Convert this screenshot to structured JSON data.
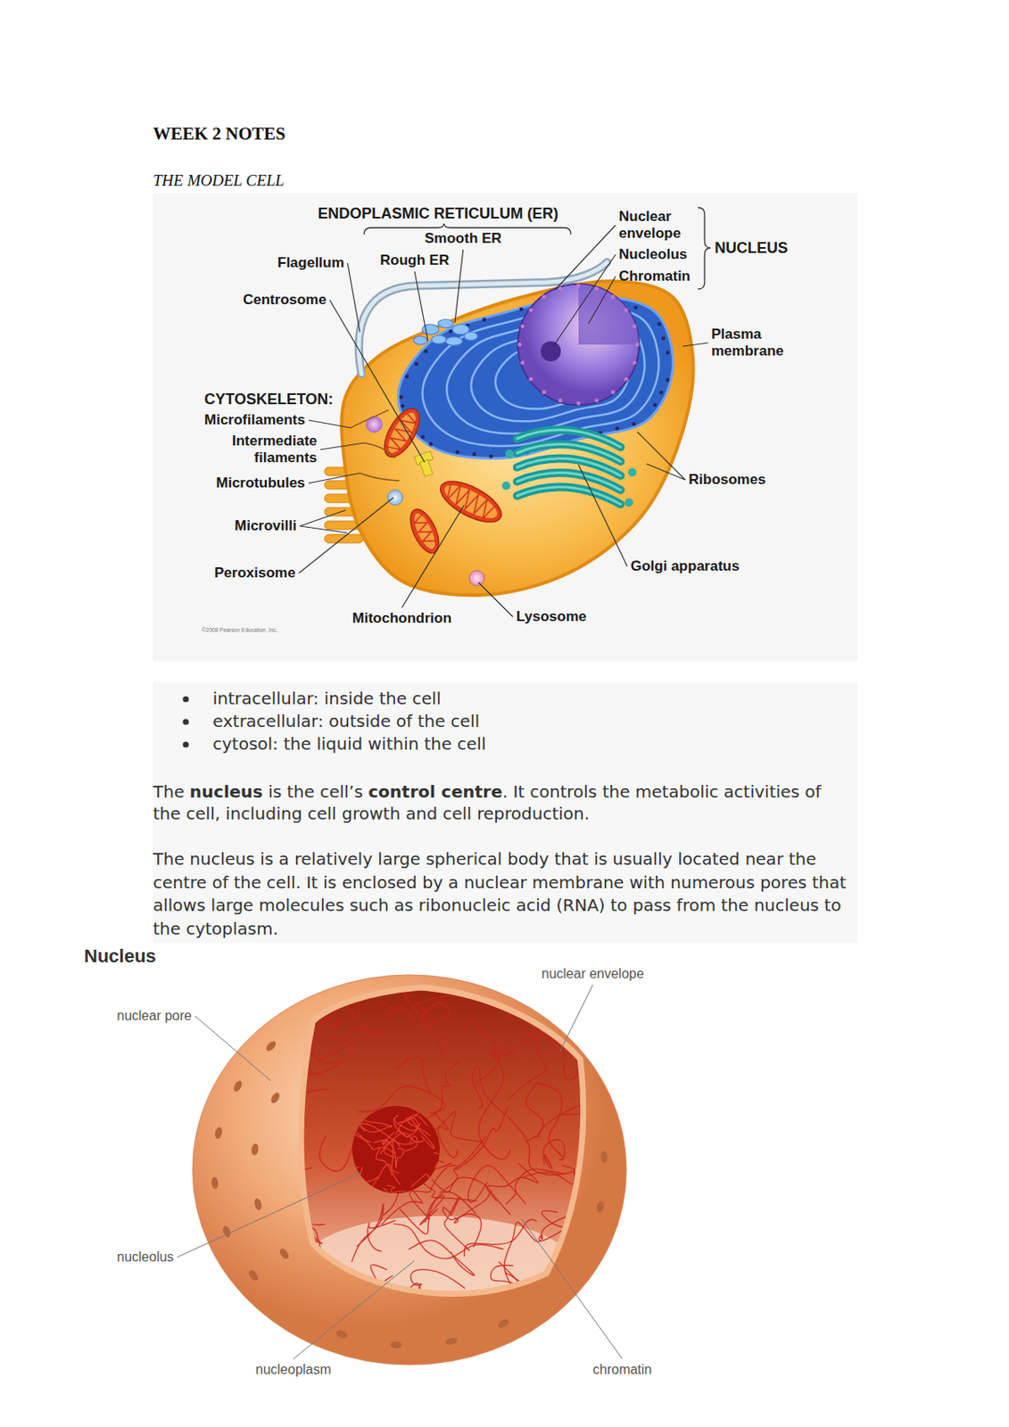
{
  "diagram": {
    "title": "WEEK 2 NOTES",
    "labels": [
      "THE MODEL CELL",
      "ENDOPLASMIC RETICULUM (ER)",
      "Smooth ER",
      "Rough ER",
      "Flagellum",
      "Nuclear envelope",
      "Nucleolus",
      "Chromatin",
      "NUCLEUS",
      "Centrosome",
      "Plasma membrane",
      "CYTOSKELETON:",
      "Microfilaments",
      "Intermediate filaments",
      "Microtubules",
      "Ribosomes",
      "Microvilli",
      "Peroxisome",
      "Golgi apparatus",
      "Mitochondrion",
      "Lysosome",
      "©2008 Pearson Education, Inc.",
      "intracellular: inside the cell",
      "extracellular: outside of the cell",
      "cytosol: the liquid within the cell",
      "The",
      "nucleus",
      "is the cell’s",
      "control centre",
      ". It controls the metabolic activities of the cell, including cell growth and cell reproduction.",
      "The nucleus is a relatively large spherical body that is usually located near the centre of the cell. It is enclosed by a nuclear membrane with numerous pores that allows large molecules such as ribonucleic acid (RNA) to pass from the nucleus to the cytoplasm.",
      "Nucleus",
      "nuclear envelope",
      "nuclear pore",
      "nucleolus",
      "nucleoplasm",
      "chromatin"
    ]
  }
}
